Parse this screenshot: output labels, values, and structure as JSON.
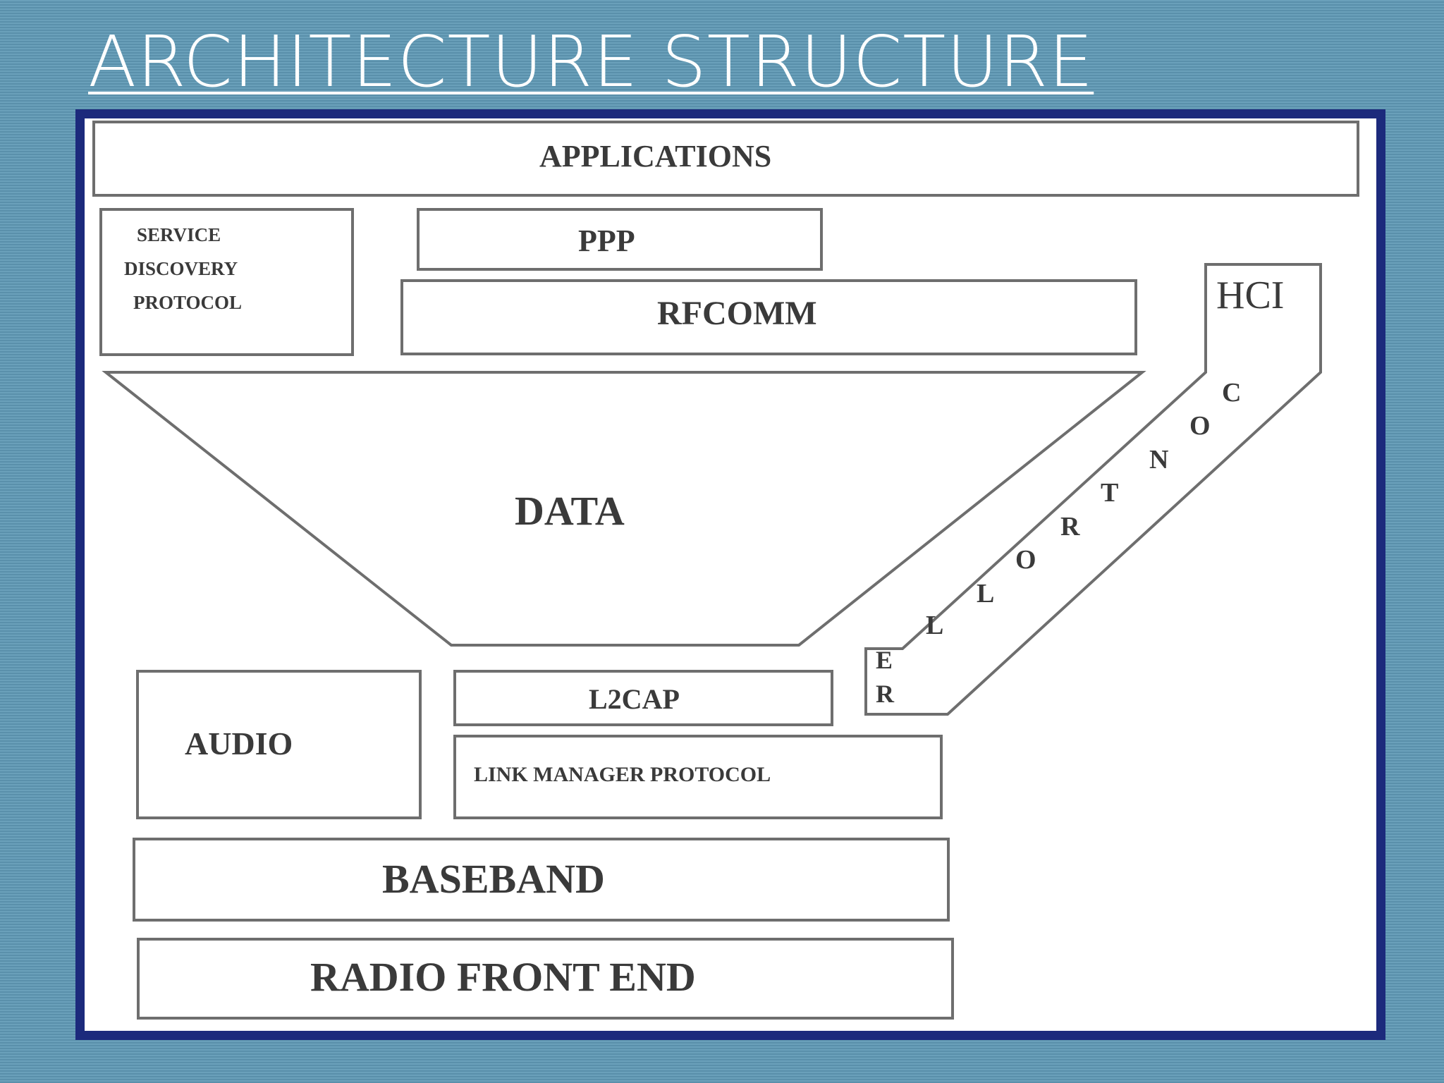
{
  "title": "ARCHITECTURE  STRUCTURE",
  "diagram": {
    "applications": "APPLICATIONS",
    "sdp": [
      "SERVICE",
      "DISCOVERY",
      "PROTOCOL"
    ],
    "ppp": "PPP",
    "rfcomm": "RFCOMM",
    "hci": "HCI",
    "data": "DATA",
    "controller_letters": [
      "C",
      "O",
      "N",
      "T",
      "R",
      "O",
      "L",
      "L",
      "E",
      "R"
    ],
    "l2cap": "L2CAP",
    "audio": "AUDIO",
    "lmp": "LINK MANAGER PROTOCOL",
    "baseband": "BASEBAND",
    "radio": "RADIO FRONT END"
  },
  "colors": {
    "background": "#5f97b2",
    "frame": "#1c2a7c",
    "box_stroke": "#6e6e6e",
    "text": "#3a3a3a"
  }
}
